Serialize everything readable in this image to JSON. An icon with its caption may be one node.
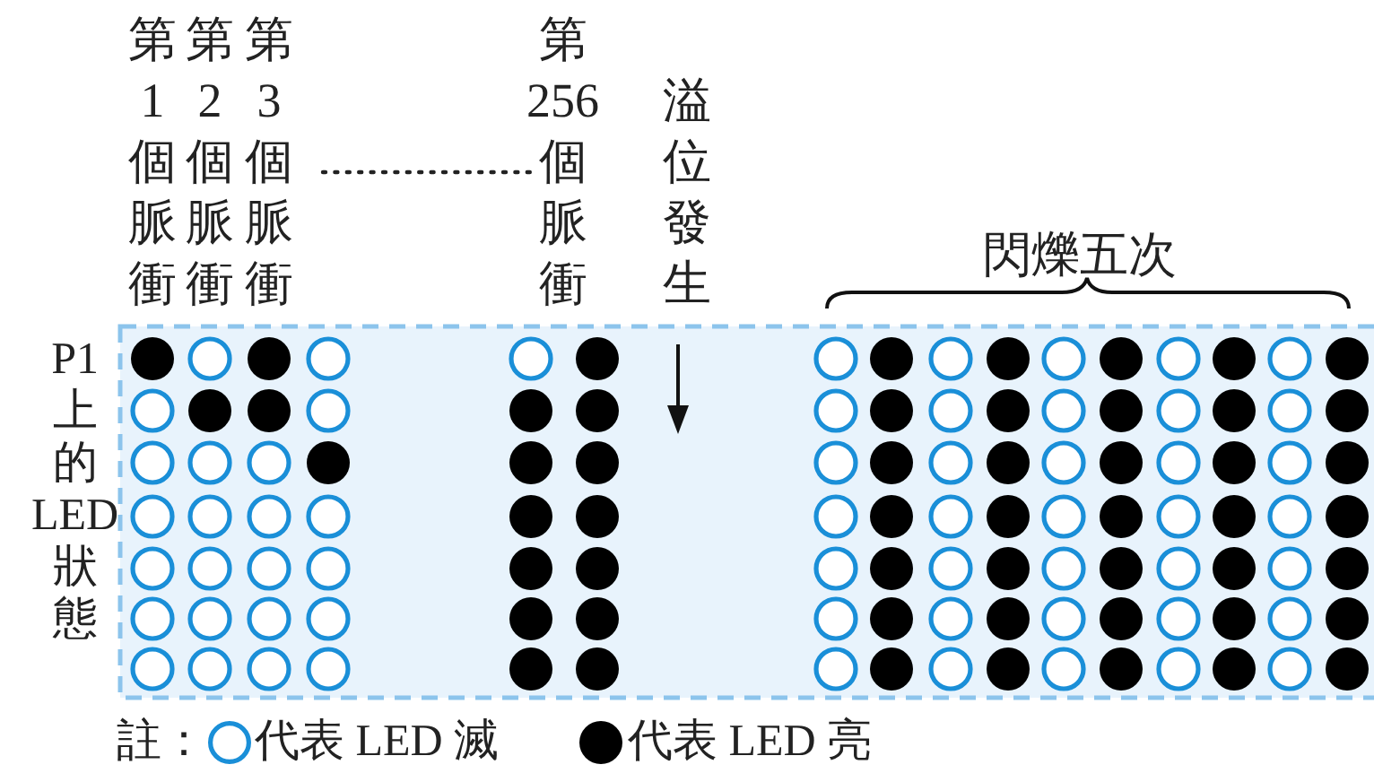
{
  "diagram": {
    "labels": [
      "第1個脈衝",
      "第2個脈衝",
      "第3個脈衝",
      "第256個脈衝",
      "溢位發生",
      "閃爍五次",
      "P1上的LED狀態",
      "註："
    ],
    "legend": [
      {
        "text": "代表 LED 滅"
      },
      {
        "text": "代表 LED 亮"
      }
    ]
  }
}
